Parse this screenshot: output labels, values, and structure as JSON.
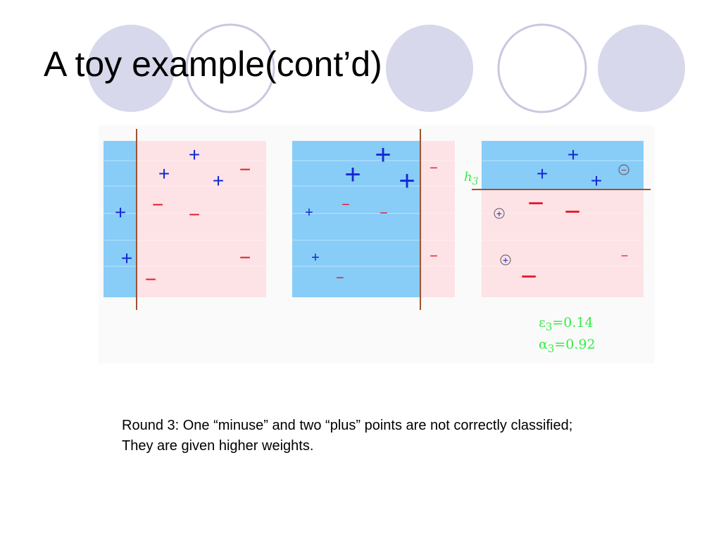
{
  "slide": {
    "title": "A toy example(cont’d)",
    "caption_lines": [
      "Round 3: One “minuse” and two “plus” points are not correctly classified;",
      "They are given higher weights."
    ]
  },
  "diagram": {
    "plus_symbol": "+",
    "minus_symbol": "−",
    "circled_plus_symbol": "+",
    "circled_minus_symbol": "−",
    "hypothesis_label": "h",
    "hypothesis_subscript": "3",
    "error_symbol": "ε",
    "error_subscript": "3",
    "error_value": "=0.14",
    "alpha_symbol": "α",
    "alpha_subscript": "3",
    "alpha_value": "=0.92"
  },
  "colors": {
    "deco_filled": "#d8d8ec",
    "deco_outline": "#c8c8e0",
    "region_positive": "#88ccf8",
    "region_negative": "#fde2e6",
    "plus": "#1428d2",
    "minus": "#e41c2c",
    "classifier_line": "#a0522d",
    "annotation_green": "#33ee44"
  }
}
